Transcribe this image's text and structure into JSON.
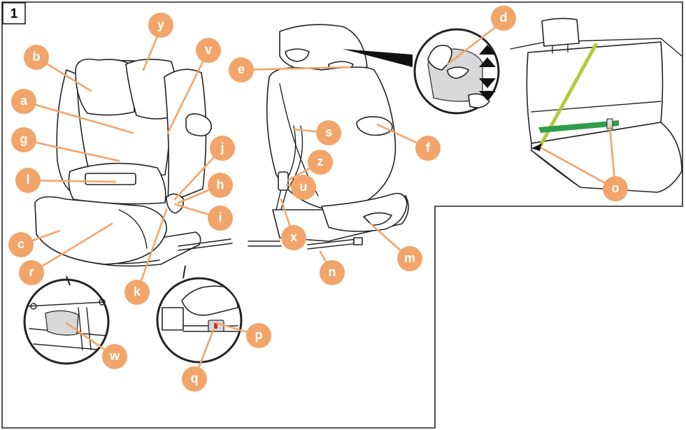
{
  "figure_number": "1",
  "accent_color": "#f2a56a",
  "belt_colors": {
    "shoulder": "#b5c93a",
    "lap": "#2e9e4a"
  },
  "callouts": [
    {
      "id": "a",
      "text": "a"
    },
    {
      "id": "b",
      "text": "b"
    },
    {
      "id": "c",
      "text": "c"
    },
    {
      "id": "d",
      "text": "d"
    },
    {
      "id": "e",
      "text": "e"
    },
    {
      "id": "f",
      "text": "f"
    },
    {
      "id": "g",
      "text": "g"
    },
    {
      "id": "h",
      "text": "h"
    },
    {
      "id": "i",
      "text": "i"
    },
    {
      "id": "j",
      "text": "j"
    },
    {
      "id": "k",
      "text": "k"
    },
    {
      "id": "l",
      "text": "l"
    },
    {
      "id": "m",
      "text": "m"
    },
    {
      "id": "n",
      "text": "n"
    },
    {
      "id": "o",
      "text": "o"
    },
    {
      "id": "p",
      "text": "p"
    },
    {
      "id": "q",
      "text": "q"
    },
    {
      "id": "r",
      "text": "r"
    },
    {
      "id": "s",
      "text": "s"
    },
    {
      "id": "u",
      "text": "u"
    },
    {
      "id": "v",
      "text": "v"
    },
    {
      "id": "w",
      "text": "w"
    },
    {
      "id": "x",
      "text": "x"
    },
    {
      "id": "y",
      "text": "y"
    },
    {
      "id": "z",
      "text": "z"
    }
  ],
  "icons": [
    "arrow-up-icon",
    "arrow-down-icon",
    "hand-icon"
  ]
}
